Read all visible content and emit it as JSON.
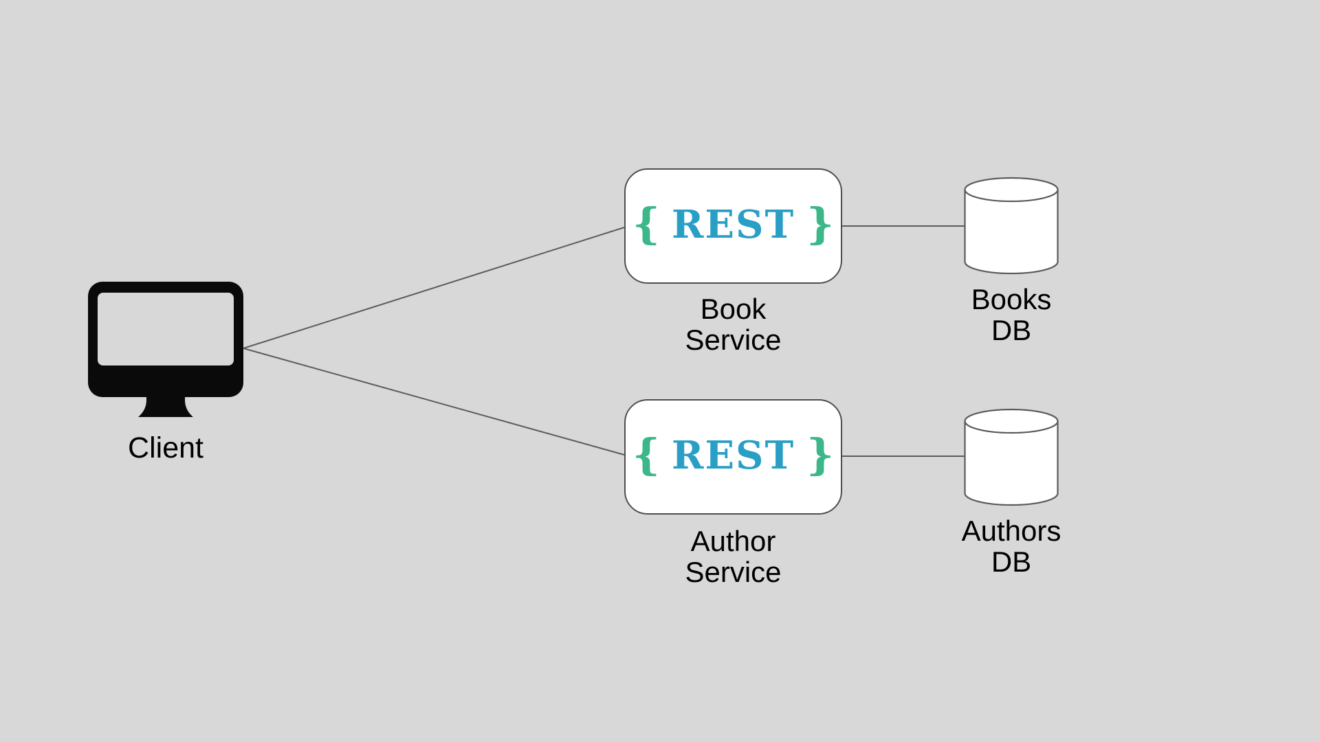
{
  "colors": {
    "background": "#D8D8D8",
    "connector": "#5B5B5B",
    "box_border": "#4E4E4E",
    "box_fill": "#FFFFFF",
    "rest_blue": "#2A9FC6",
    "brace_green": "#3CB789",
    "icon_black": "#0A0A0A",
    "label_text": "#000000"
  },
  "client": {
    "label": "Client",
    "icon": "desktop-monitor-icon"
  },
  "services": [
    {
      "id": "book-service",
      "brace_open": "{",
      "logo_text": "REST",
      "brace_close": "}",
      "label_line1": "Book",
      "label_line2": "Service"
    },
    {
      "id": "author-service",
      "brace_open": "{",
      "logo_text": "REST",
      "brace_close": "}",
      "label_line1": "Author",
      "label_line2": "Service"
    }
  ],
  "databases": [
    {
      "id": "books-db",
      "icon": "database-cylinder-icon",
      "label_line1": "Books",
      "label_line2": "DB"
    },
    {
      "id": "authors-db",
      "icon": "database-cylinder-icon",
      "label_line1": "Authors",
      "label_line2": "DB"
    }
  ],
  "connections": [
    {
      "from": "client",
      "to": "book-service"
    },
    {
      "from": "client",
      "to": "author-service"
    },
    {
      "from": "book-service",
      "to": "books-db"
    },
    {
      "from": "author-service",
      "to": "authors-db"
    }
  ]
}
